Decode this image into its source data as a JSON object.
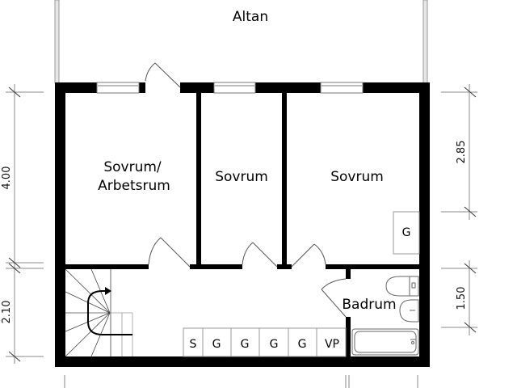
{
  "plan": {
    "rooms": [
      {
        "id": "altan",
        "label": "Altan"
      },
      {
        "id": "sovrum1",
        "label_line1": "Sovrum/",
        "label_line2": "Arbetsrum"
      },
      {
        "id": "sovrum2",
        "label": "Sovrum"
      },
      {
        "id": "sovrum3",
        "label": "Sovrum"
      },
      {
        "id": "badrum",
        "label": "Badrum"
      }
    ],
    "closets": [
      "S",
      "G",
      "G",
      "G",
      "G",
      "VP"
    ],
    "wardrobe_label": "G",
    "dimensions": {
      "left_upper": "4.00",
      "left_lower": "2.10",
      "right_upper": "2.85",
      "right_lower": "1.50"
    },
    "colors": {
      "wall": "#000000",
      "thin_line": "#9a9a9a",
      "dim_line": "#8a8a8a",
      "background": "#ffffff"
    }
  }
}
